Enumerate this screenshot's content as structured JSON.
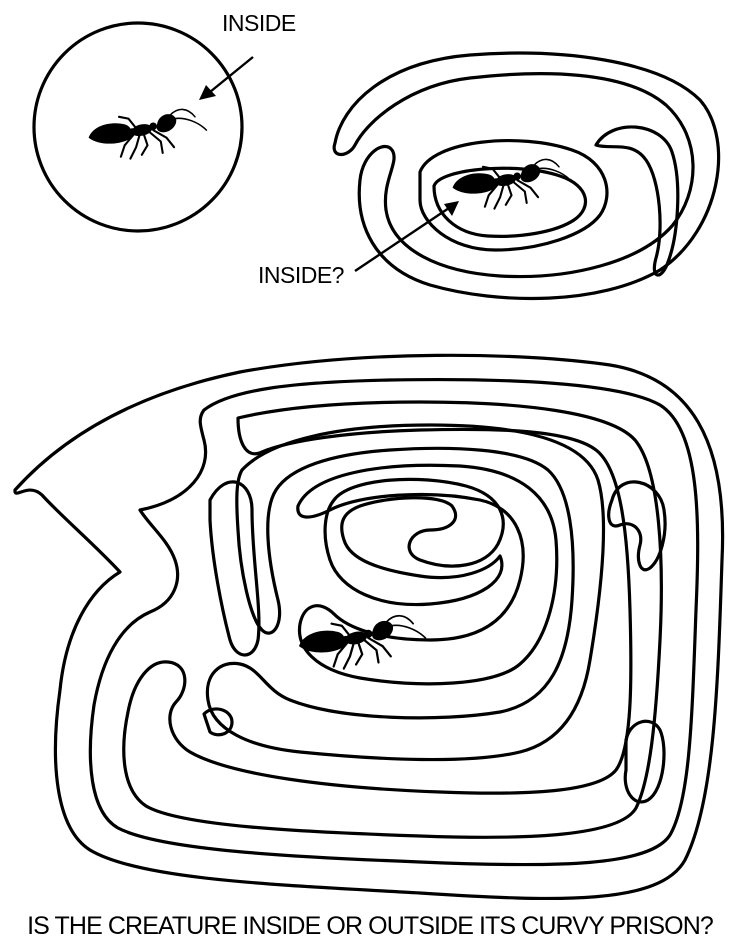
{
  "labels": {
    "inside": "INSIDE",
    "inside_question": "INSIDE?"
  },
  "caption": "IS THE CREATURE INSIDE OR OUTSIDE ITS CURVY PRISON?",
  "colors": {
    "ink": "#000000",
    "paper": "#ffffff"
  },
  "figures": [
    {
      "shape": "circle",
      "creature": "ant",
      "pointer": "inside"
    },
    {
      "shape": "spiral-enclosure",
      "creature": "ant",
      "pointer": "inside_question"
    },
    {
      "shape": "maze-enclosure",
      "creature": "ant"
    }
  ]
}
